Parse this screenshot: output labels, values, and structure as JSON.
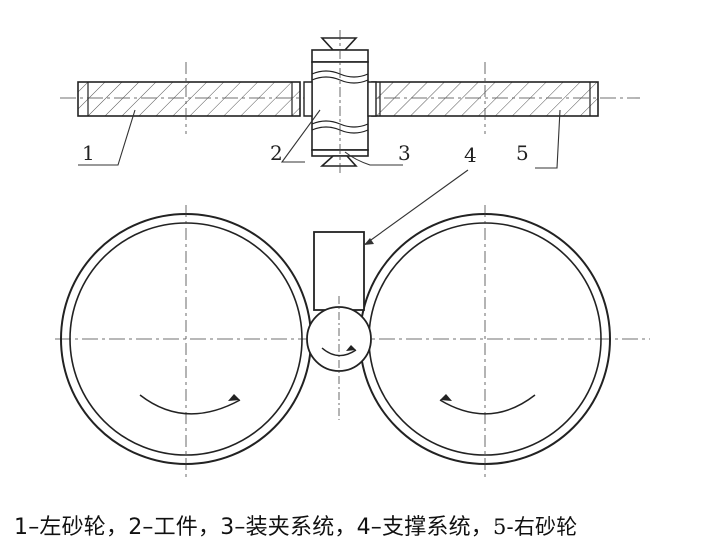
{
  "labels": {
    "n1": "1",
    "n2": "2",
    "n3": "3",
    "n4": "4",
    "n5": "5"
  },
  "caption": {
    "main": "1–左砂轮，2–工件，3–装夹系统，4–支撑系统，",
    "tail": "5-右砂轮"
  }
}
